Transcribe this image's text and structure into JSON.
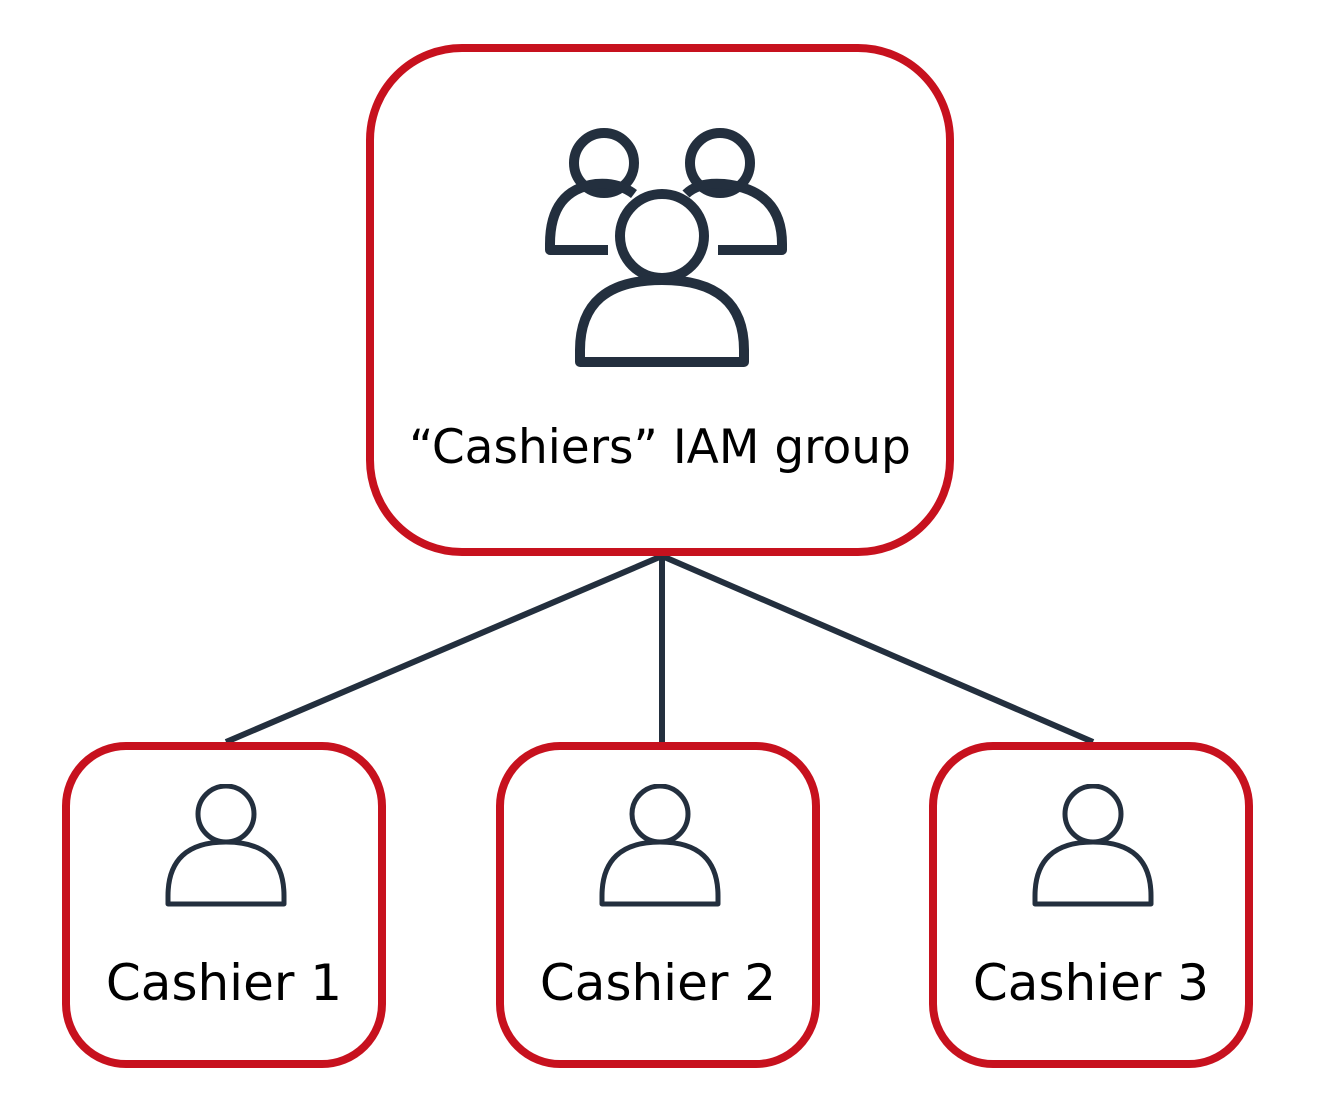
{
  "colors": {
    "node_border": "#c7111e",
    "icon_stroke": "#232f3e",
    "connector": "#232f3e",
    "text": "#000000",
    "background": "#ffffff"
  },
  "group": {
    "label": "“Cashiers” IAM group",
    "icon": "users-group-icon"
  },
  "users": [
    {
      "label": "Cashier 1",
      "icon": "user-icon"
    },
    {
      "label": "Cashier 2",
      "icon": "user-icon"
    },
    {
      "label": "Cashier 3",
      "icon": "user-icon"
    }
  ]
}
